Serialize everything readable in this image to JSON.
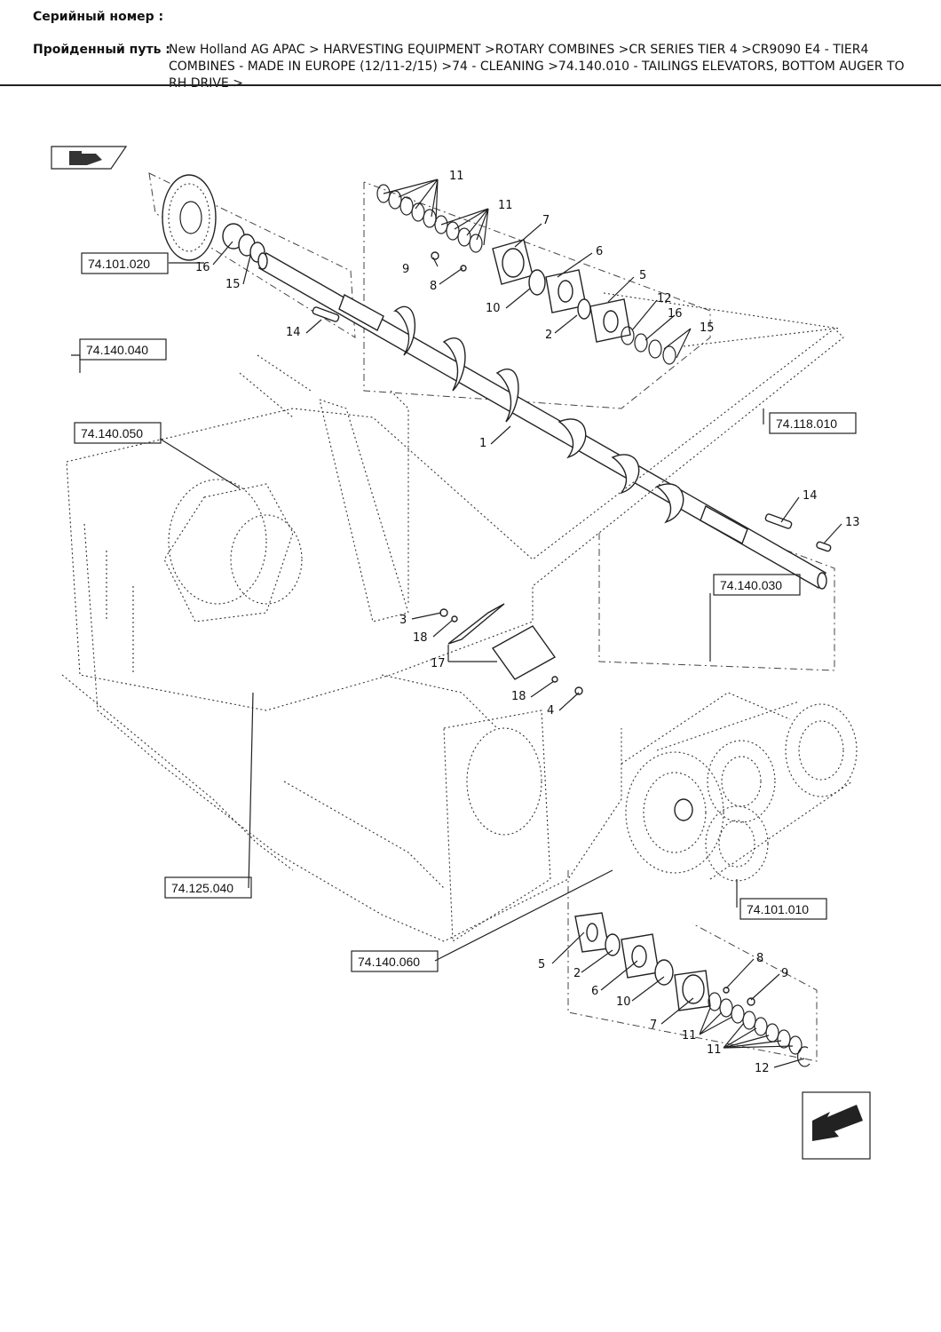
{
  "header": {
    "serial_label": "Серийный номер :",
    "path_label": "Пройденный путь :",
    "path_text": "New Holland AG APAC > HARVESTING EQUIPMENT >ROTARY COMBINES >CR SERIES TIER 4 >CR9090 E4 - TIER4 COMBINES - MADE IN EUROPE (12/11-2/15) >74 - CLEANING >74.140.010 - TAILINGS ELEVATORS, BOTTOM AUGER TO RH DRIVE >"
  },
  "refs": {
    "r1": "74.101.020",
    "r2": "74.140.040",
    "r3": "74.140.050",
    "r4": "74.118.010",
    "r5": "74.140.030",
    "r6": "74.125.040",
    "r7": "74.101.010",
    "r8": "74.140.060"
  },
  "callouts": {
    "c11a": "11",
    "c11b": "11",
    "c7a": "7",
    "c6a": "6",
    "c9a": "9",
    "c8a": "8",
    "c5a": "5",
    "c12a": "12",
    "c16a": "16",
    "c15a": "15",
    "c10a": "10",
    "c2a": "2",
    "c16b": "16",
    "c15b": "15",
    "c14a": "14",
    "c1": "1",
    "c14b": "14",
    "c13": "13",
    "c3": "3",
    "c18a": "18",
    "c17": "17",
    "c18b": "18",
    "c4": "4",
    "c8b": "8",
    "c9b": "9",
    "c5b": "5",
    "c2b": "2",
    "c6b": "6",
    "c10b": "10",
    "c7b": "7",
    "c11c": "11",
    "c11d": "11",
    "c12b": "12"
  },
  "icons": {
    "top_nav": "flip-page-icon",
    "bottom_nav": "next-page-arrow-icon"
  }
}
